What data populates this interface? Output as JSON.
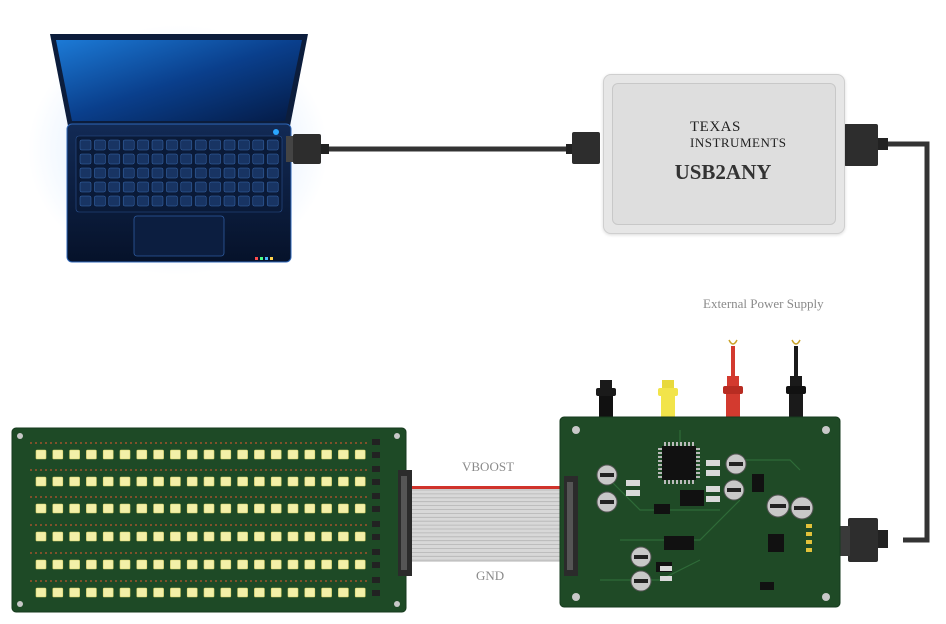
{
  "interface_box": {
    "brand_line1": "Texas",
    "brand_line2": "Instruments",
    "title": "USB2ANY"
  },
  "labels": {
    "power": "External Power Supply",
    "vboost": "VBOOST",
    "gnd": "GND"
  },
  "colors": {
    "pcb_green": "#1e4a26",
    "led_yellow": "#f3f0a8",
    "cable": "#333333",
    "ribbon": "#d8d8d8",
    "ribbon_red_stripe": "#d0332b",
    "terminal_yellow": "#f2e44a",
    "terminal_red": "#d33a2f",
    "terminal_black": "#1a1a1a",
    "laptop_screen": "#0b4fa6"
  },
  "icons": [
    "laptop-icon",
    "usb-cable-icon",
    "ti-logo-icon",
    "led-board-icon",
    "controller-board-icon",
    "ribbon-cable-icon",
    "banana-terminal-icon"
  ]
}
